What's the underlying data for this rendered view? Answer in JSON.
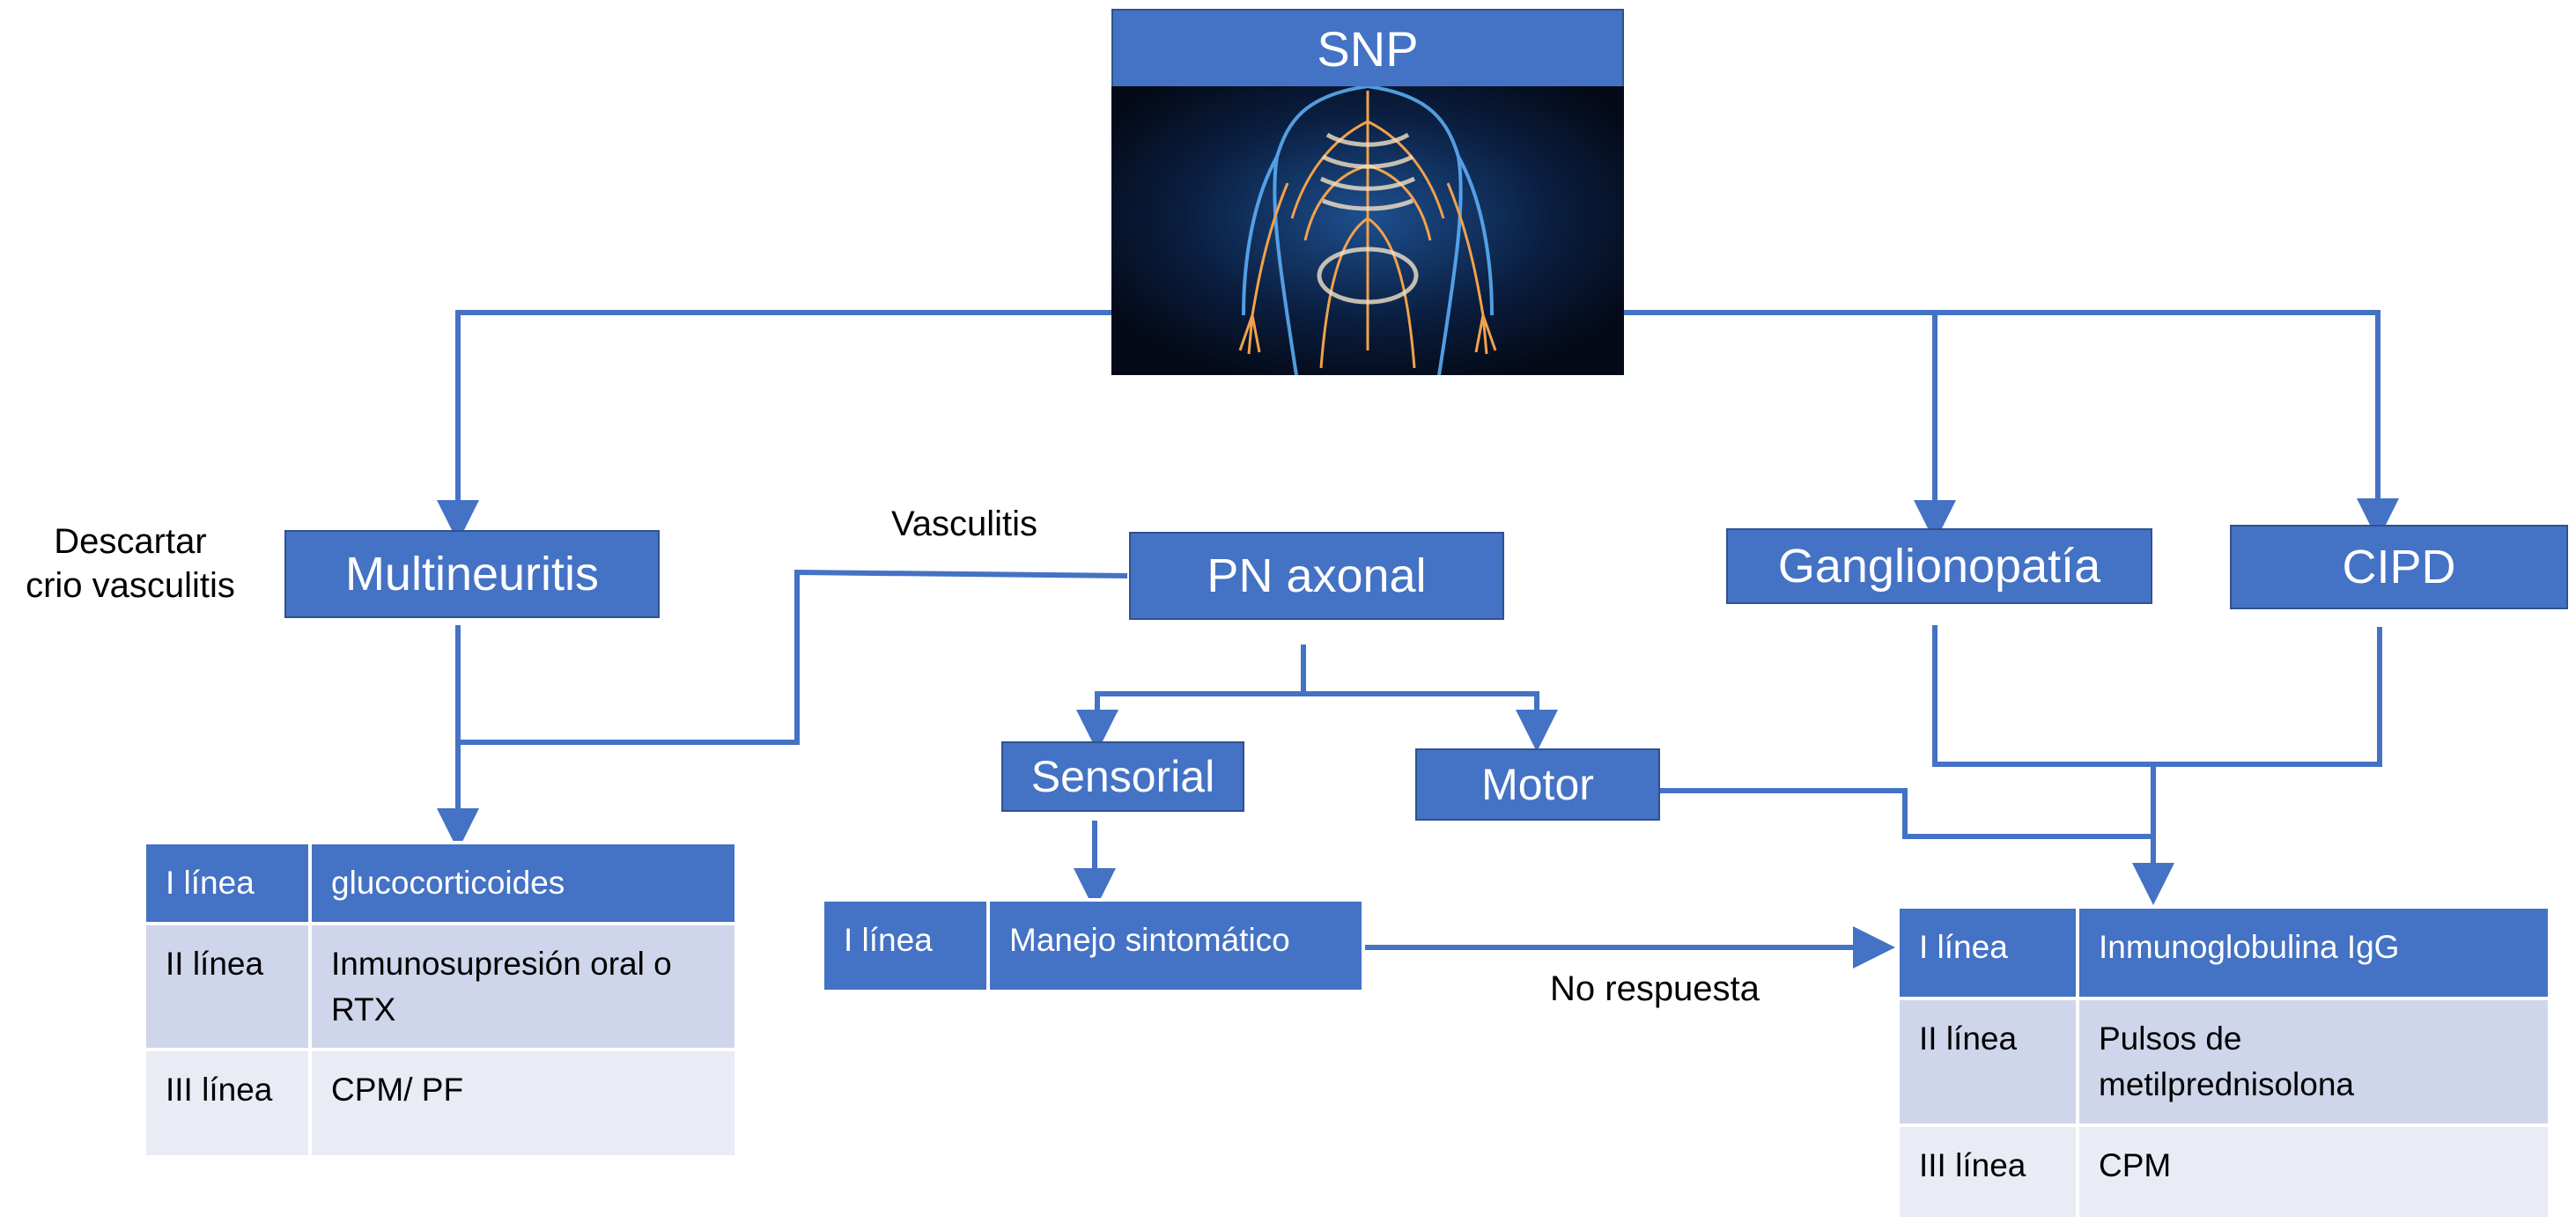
{
  "diagram": {
    "root": {
      "title": "SNP",
      "image": "nervous-system-illustration"
    },
    "nodes": {
      "multineuritis": "Multineuritis",
      "pn_axonal": "PN axonal",
      "ganglionopatia": "Ganglionopatía",
      "cipd": "CIPD",
      "sensorial": "Sensorial",
      "motor": "Motor"
    },
    "labels": {
      "descartar_line1": "Descartar",
      "descartar_line2": "crio vasculitis",
      "vasculitis": "Vasculitis",
      "no_respuesta": "No respuesta"
    },
    "tables": {
      "multineuritis": [
        {
          "line": "I línea",
          "treatment": "glucocorticoides"
        },
        {
          "line": "II línea",
          "treatment": "Inmunosupresión oral o RTX"
        },
        {
          "line": "III línea",
          "treatment": "CPM/ PF"
        }
      ],
      "sensorial": [
        {
          "line": "I línea",
          "treatment": "Manejo sintomático"
        }
      ],
      "inmuno": [
        {
          "line": "I línea",
          "treatment": "Inmunoglobulina IgG"
        },
        {
          "line": "II línea",
          "treatment": "Pulsos de metilprednisolona"
        },
        {
          "line": "III línea",
          "treatment": "CPM"
        }
      ]
    },
    "colors": {
      "node_fill": "#4472c4",
      "node_border": "#2f528f",
      "connector": "#4472c4",
      "row_alt_dark": "#cfd5ea",
      "row_alt_light": "#e9ebf5"
    }
  }
}
